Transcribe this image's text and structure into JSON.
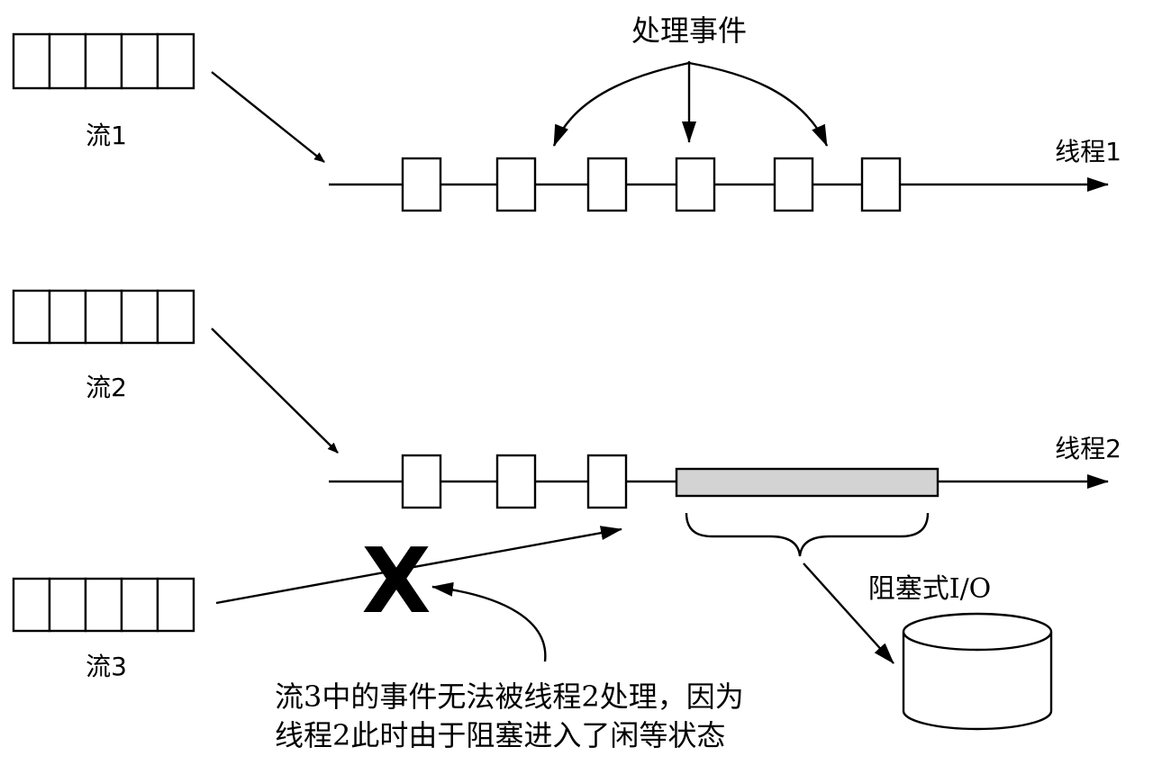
{
  "streams": [
    {
      "label": "流1"
    },
    {
      "label": "流2"
    },
    {
      "label": "流3"
    }
  ],
  "threads": [
    {
      "label": "线程1",
      "events": 6
    },
    {
      "label": "线程2",
      "events": 3
    }
  ],
  "process_label": "处理事件",
  "blocking_io_label": "阻塞式I/O",
  "blocked_marker": "X",
  "note_lines": [
    "流3中的事件无法被线程2处理，因为",
    "线程2此时由于阻塞进入了闲等状态"
  ]
}
